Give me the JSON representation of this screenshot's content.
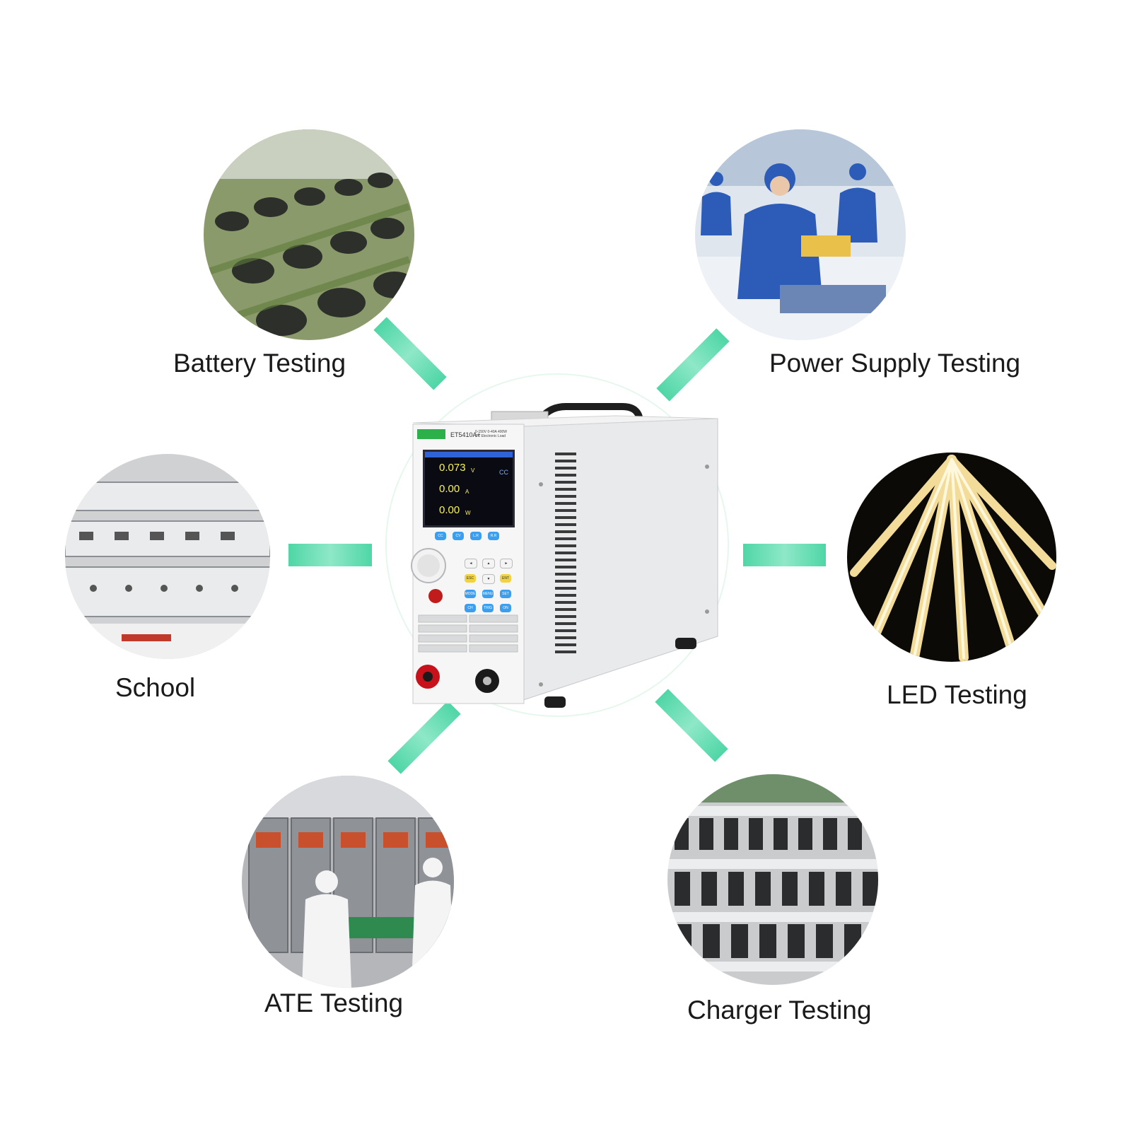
{
  "applications": [
    {
      "id": "battery",
      "label": "Battery Testing",
      "photo_icon": "battery-testing-photo"
    },
    {
      "id": "power",
      "label": "Power Supply Testing",
      "photo_icon": "power-supply-testing-photo"
    },
    {
      "id": "school",
      "label": "School",
      "photo_icon": "school-photo"
    },
    {
      "id": "led",
      "label": "LED Testing",
      "photo_icon": "led-testing-photo"
    },
    {
      "id": "ate",
      "label": "ATE Testing",
      "photo_icon": "ate-testing-photo"
    },
    {
      "id": "charger",
      "label": "Charger Testing",
      "photo_icon": "charger-testing-photo"
    }
  ],
  "device": {
    "model": "ET5410A+",
    "spec_line1": "0-150V 0-40A 400W",
    "spec_line2": "DC Electronic Load",
    "voltage": "0.073",
    "voltage_unit": "V",
    "current": "0.00",
    "current_unit": "A",
    "power": "0.00",
    "power_unit": "W",
    "mode": "CC",
    "mode_buttons": [
      "CC",
      "CV",
      "L.R",
      "R.R"
    ],
    "keys": [
      "ESC",
      "MODE",
      "MENU",
      "CH",
      "TRIG",
      "ENT",
      "SET",
      "ON"
    ]
  },
  "colors": {
    "connector": "#5fdcae",
    "lcd_text": "#f6f25a",
    "key_blue": "#3a9ff0",
    "key_yellow": "#f3d23a",
    "accent_green": "#2bb04a"
  }
}
